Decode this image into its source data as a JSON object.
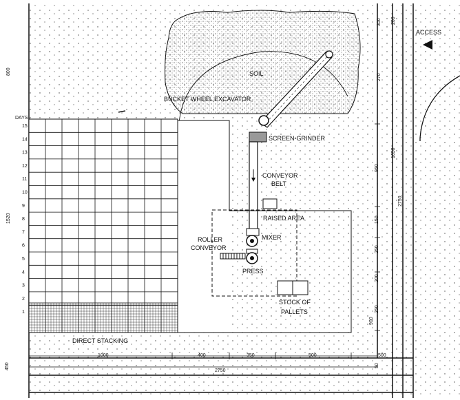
{
  "labels": {
    "access": "ACCESS",
    "soil": "SOIL",
    "excavator": "BUCKET WHEEL EXCAVATOR",
    "screen_grinder": "SCREEN-GRINDER",
    "conveyor_belt_1": "CONVEYOR",
    "conveyor_belt_2": "BELT",
    "raised_area": "RAISED AREA",
    "mixer": "MIXER",
    "roller_conveyor_1": "ROLLER",
    "roller_conveyor_2": "CONVEYOR",
    "press": "PRESS",
    "stock_pallets_1": "STOCK OF",
    "stock_pallets_2": "PALLETS",
    "direct_stacking": "DIRECT STACKING",
    "days": "DAYS"
  },
  "day_numbers": [
    "15",
    "14",
    "13",
    "12",
    "11",
    "10",
    "9",
    "8",
    "7",
    "6",
    "5",
    "4",
    "3",
    "2",
    "1"
  ],
  "dimensions": {
    "left_top": "800",
    "left_mid": "1520",
    "left_bottom": "450",
    "bottom_1": "1000",
    "bottom_2": "400",
    "bottom_3": "350",
    "bottom_4": "500",
    "bottom_5": "500",
    "bottom_total": "2750",
    "right_1": "300",
    "right_2": "270",
    "right_3": "950",
    "right_4": "150",
    "right_5": "250",
    "right_6": "200",
    "right_7": "250",
    "right_8": "900",
    "right_9": "50",
    "outer_1": "200",
    "outer_2": "1650",
    "outer_3": "2750"
  }
}
